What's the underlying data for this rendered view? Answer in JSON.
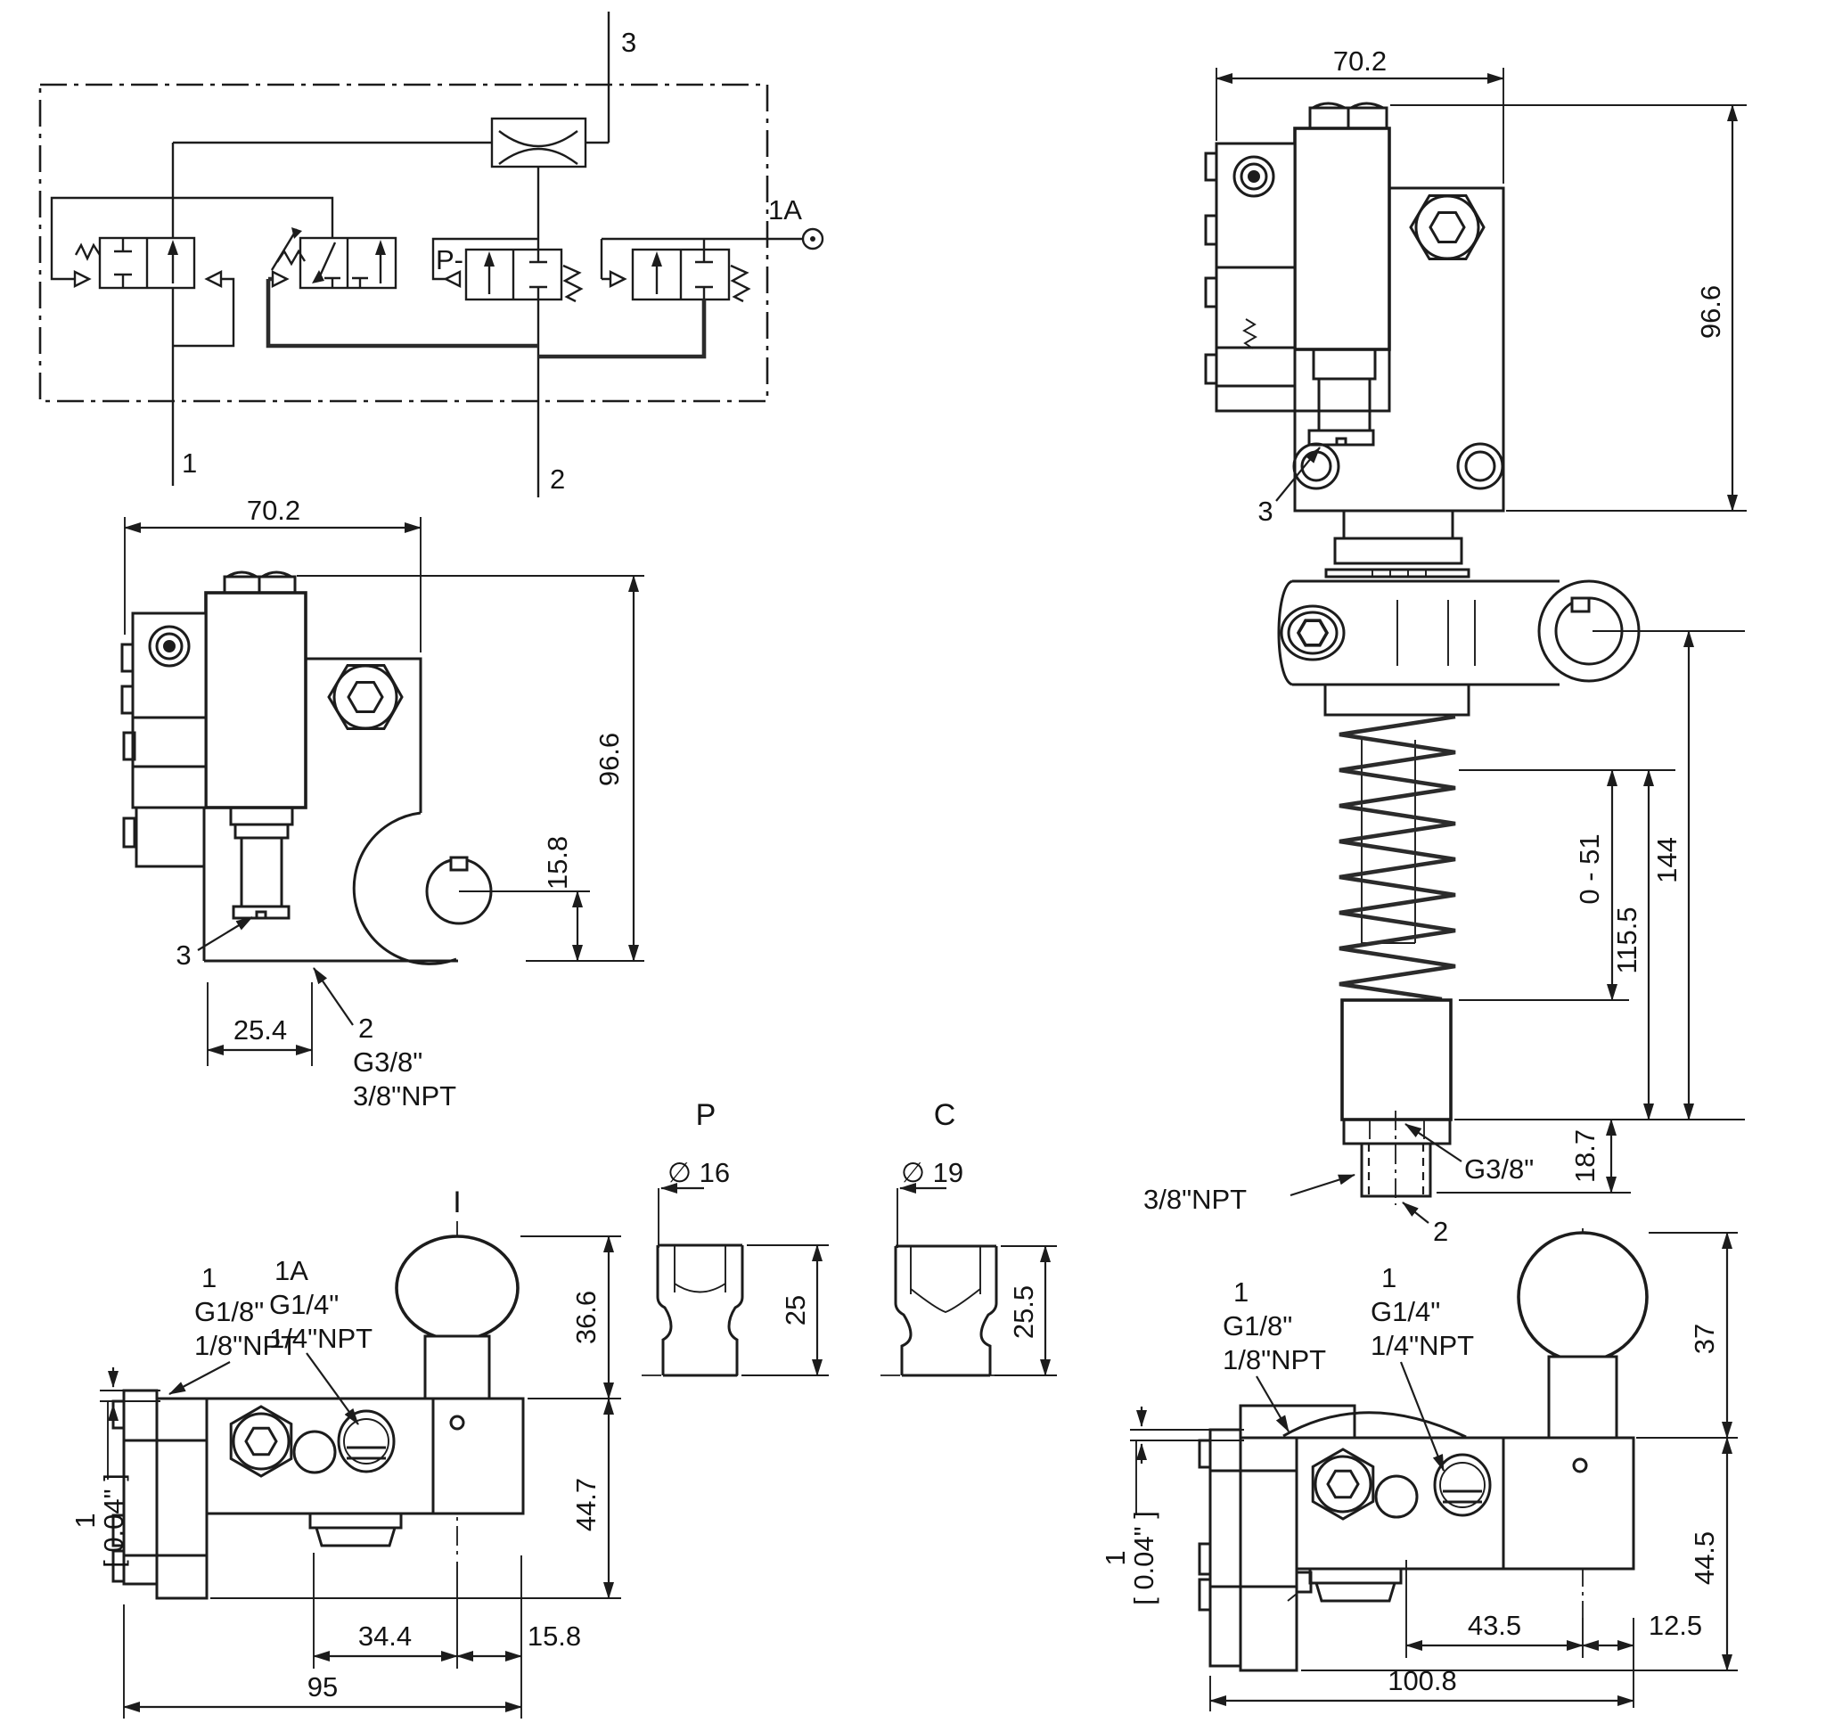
{
  "drawing_type": "hydraulic hand pump technical drawing",
  "colors": {
    "line": "#1c1c1c",
    "background": "#ffffff"
  },
  "circuit": {
    "port_1": "1",
    "port_2": "2",
    "port_3": "3",
    "port_1a": "1A",
    "pilot_label": "P-"
  },
  "front_view": {
    "dim_width": "70.2",
    "dim_height": "96.6",
    "dim_hole_offset": "15.8",
    "dim_foot_offset": "25.4",
    "leader_3": "3",
    "leader_2": "2",
    "thread_g": "G3/8\"",
    "thread_npt": "3/8\"NPT"
  },
  "side_view": {
    "dim_width": "70.2",
    "dim_height": "96.6",
    "leader_3": "3",
    "dim_stroke": "0 - 51",
    "dim_spring": "115.5",
    "dim_total": "144",
    "dim_tip": "18.7",
    "thread_g": "G3/8\"",
    "thread_npt": "3/8\"NPT",
    "leader_2": "2"
  },
  "section_p": {
    "label": "P",
    "diameter": "∅ 16",
    "dim_height": "25"
  },
  "section_c": {
    "label": "C",
    "diameter": "∅ 19",
    "dim_height": "25.5"
  },
  "top_view_front": {
    "view_label": "I",
    "dim_knob": "36.6",
    "dim_body": "44.7",
    "dim_a": "34.4",
    "dim_b": "15.8",
    "dim_total": "95",
    "port1_num": "1",
    "port1_g": "G1/8\"",
    "port1_npt": "1/8\"NPT",
    "port1a_num": "1A",
    "port1a_g": "G1/4\"",
    "port1a_npt": "1/4\"NPT",
    "step_mm": "1",
    "step_in": "[ 0.04\" ]"
  },
  "top_view_side": {
    "dim_knob": "37",
    "dim_body": "44.5",
    "dim_a": "43.5",
    "dim_b": "12.5",
    "dim_total": "100.8",
    "port1_num": "1",
    "port1_g": "G1/8\"",
    "port1_npt": "1/8\"NPT",
    "port1a_num": "1",
    "port1a_g": "G1/4\"",
    "port1a_npt": "1/4\"NPT",
    "step_mm": "1",
    "step_in": "[ 0.04\" ]"
  }
}
